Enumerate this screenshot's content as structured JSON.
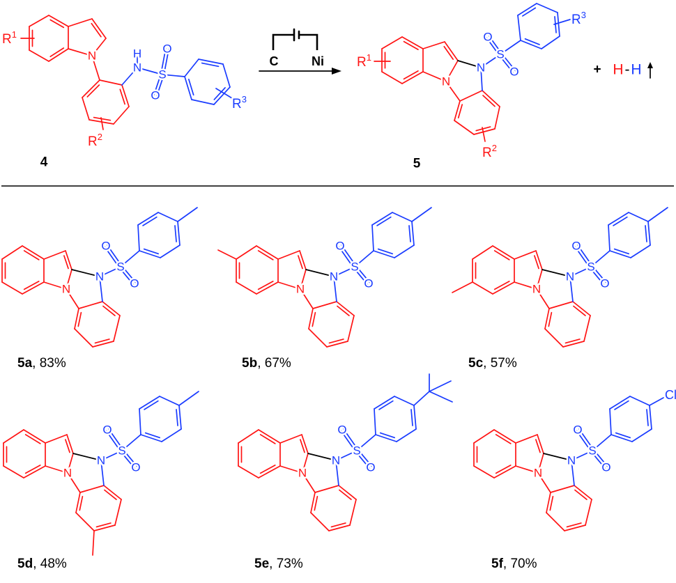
{
  "colors": {
    "red": "#ff1414",
    "blue": "#1a3cff",
    "black": "#000000"
  },
  "atoms": {
    "N": "N",
    "S": "S",
    "O": "O",
    "H": "H",
    "Cl": "Cl"
  },
  "reaction": {
    "reactant_label": "4",
    "product_label": "5",
    "r_groups": {
      "R1": "R",
      "R1_sup": "1",
      "R2": "R",
      "R2_sup": "2",
      "R3": "R",
      "R3_sup": "3"
    },
    "electrode_anode": "C",
    "electrode_cathode": "Ni",
    "plus": "+",
    "byproduct_h1": "H",
    "byproduct_dash": "-",
    "byproduct_h2": "H"
  },
  "products": [
    {
      "id": "5a",
      "yield": "83%"
    },
    {
      "id": "5b",
      "yield": "67%"
    },
    {
      "id": "5c",
      "yield": "57%"
    },
    {
      "id": "5d",
      "yield": "48%"
    },
    {
      "id": "5e",
      "yield": "73%"
    },
    {
      "id": "5f",
      "yield": "70%"
    }
  ]
}
